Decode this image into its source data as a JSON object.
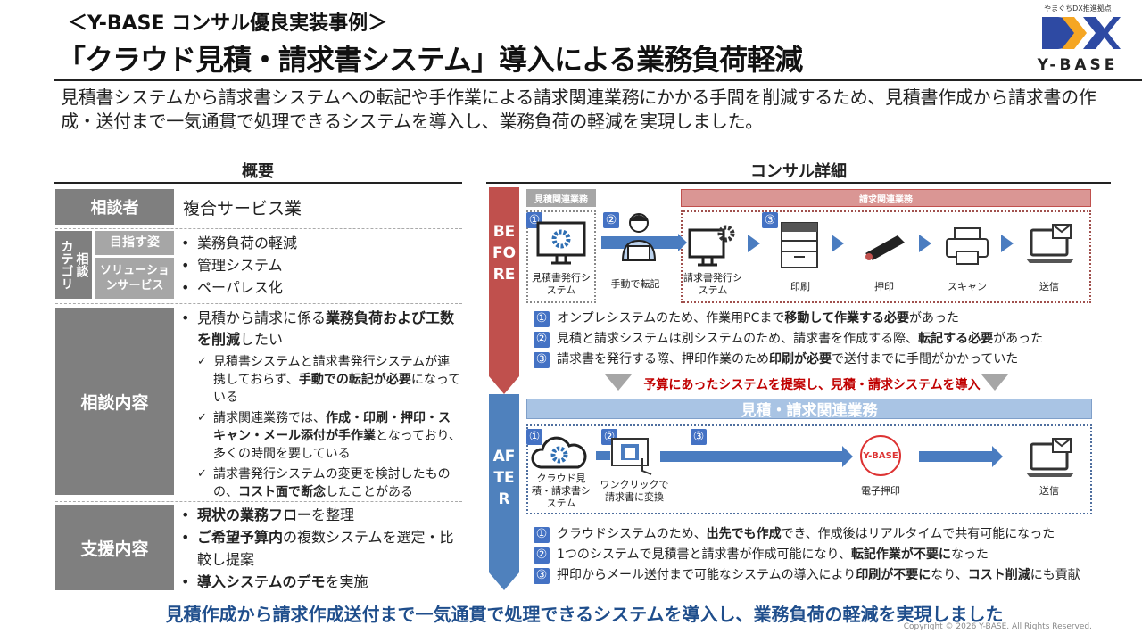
{
  "header": {
    "subtitle": "＜Y-BASE コンサル優良実装事例＞",
    "title": "「クラウド見積・請求書システム」導入による業務負荷軽減",
    "logo": {
      "tagline": "やまぐちDX推進拠点",
      "mark": "DX",
      "name": "Y-BASE"
    }
  },
  "intro": "見積書システムから請求書システムへの転記や手作業による請求関連業務にかかる手間を削減するため、見積書作成から請求書の作成・送付まで一気通貫で処理できるシステムを導入し、業務負荷の軽減を実現しました。",
  "overview": {
    "heading": "概要",
    "client_label": "相談者",
    "client_value": "複合サービス業",
    "category_label": "カテゴリ",
    "category_sub": "相談",
    "goal_label": "目指す姿",
    "solution_label": "ソリューションサービス",
    "category_items": [
      "業務負荷の軽減",
      "管理システム",
      "ペーパレス化"
    ],
    "consult_label": "相談内容",
    "consult_main": [
      {
        "t": "見積から請求に係る"
      },
      {
        "t": "業務負荷および工数を削減",
        "b": true
      },
      {
        "t": "したい"
      }
    ],
    "consult_checks": [
      [
        {
          "t": "見積書システムと請求書発行システムが連携しておらず、"
        },
        {
          "t": "手動での転記が必要",
          "b": true
        },
        {
          "t": "になっている"
        }
      ],
      [
        {
          "t": "請求関連業務では、"
        },
        {
          "t": "作成・印刷・押印・スキャン・メール添付が手作業",
          "b": true
        },
        {
          "t": "となっており、多くの時間を要している"
        }
      ],
      [
        {
          "t": "請求書発行システムの変更を検討したものの、"
        },
        {
          "t": "コスト面で断念",
          "b": true
        },
        {
          "t": "したことがある"
        }
      ]
    ],
    "support_label": "支援内容",
    "support_items": [
      [
        {
          "t": "現状の業務フロー",
          "b": true
        },
        {
          "t": "を整理"
        }
      ],
      [
        {
          "t": "ご希望予算内",
          "b": true
        },
        {
          "t": "の複数システムを選定・比較し提案"
        }
      ],
      [
        {
          "t": "導入システムのデモ",
          "b": true
        },
        {
          "t": "を実施"
        }
      ]
    ]
  },
  "detail": {
    "heading": "コンサル詳細",
    "before": {
      "label": "BEFORE",
      "group1": "見積関連業務",
      "group2": "請求関連業務",
      "steps": [
        "見積書発行システム",
        "手動で転記",
        "請求書発行システム",
        "印刷",
        "押印",
        "スキャン",
        "送信"
      ],
      "nums": [
        "①",
        "②",
        "③"
      ],
      "notes": [
        [
          {
            "t": "オンプレシステムのため、作業用PCまで"
          },
          {
            "t": "移動して作業する必要",
            "b": true
          },
          {
            "t": "があった"
          }
        ],
        [
          {
            "t": "見積と請求システムは別システムのため、請求書を作成する際、"
          },
          {
            "t": "転記する必要",
            "b": true
          },
          {
            "t": "があった"
          }
        ],
        [
          {
            "t": "請求書を発行する際、押印作業のため"
          },
          {
            "t": "印刷が必要",
            "b": true
          },
          {
            "t": "で送付までに手間がかかっていた"
          }
        ]
      ]
    },
    "transition": "予算にあったシステムを提案し、見積・請求システムを導入",
    "after": {
      "label": "AFTER",
      "group": "見積・請求関連業務",
      "steps": [
        "クラウド見積・請求書システム",
        "ワンクリックで請求書に変換",
        "電子押印",
        "送信"
      ],
      "stamp": "Y-BASE",
      "notes": [
        [
          {
            "t": "クラウドシステムのため、"
          },
          {
            "t": "出先でも作成",
            "b": true
          },
          {
            "t": "でき、作成後はリアルタイムで共有可能になった"
          }
        ],
        [
          {
            "t": "1つのシステムで見積書と請求書が作成可能になり、"
          },
          {
            "t": "転記作業が不要に",
            "b": true
          },
          {
            "t": "なった"
          }
        ],
        [
          {
            "t": "押印からメール送付まで可能なシステムの導入により"
          },
          {
            "t": "印刷が不要に",
            "b": true
          },
          {
            "t": "なり、"
          },
          {
            "t": "コスト削減",
            "b": true
          },
          {
            "t": "にも貢献"
          }
        ]
      ]
    }
  },
  "conclusion": "見積作成から請求作成送付まで一気通貫で処理できるシステムを導入し、業務負荷の軽減を実現しました",
  "copyright": "Copyright © 2026 Y-BASE. All Rights Reserved.",
  "colors": {
    "before": "#c0504d",
    "after": "#4f81bd",
    "accent_blue": "#4472c4",
    "label_gray": "#7f7f7f",
    "conclusion": "#1f4e8c"
  }
}
